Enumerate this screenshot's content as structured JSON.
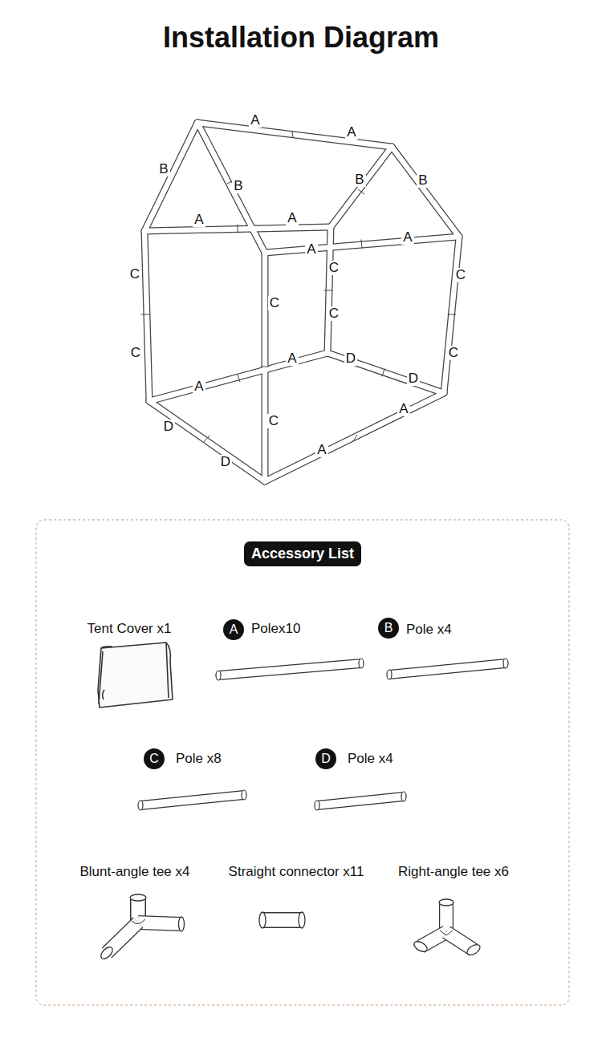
{
  "diagram": {
    "title": "Installation Diagram",
    "nodes": [
      {
        "text": [
          "Accessory List"
        ]
      },
      {
        "text": [
          "A"
        ]
      },
      {
        "text": [
          "B"
        ]
      },
      {
        "text": [
          "C"
        ]
      },
      {
        "text": [
          "D"
        ]
      }
    ],
    "edges": [],
    "labels": [
      "A",
      "A",
      "B",
      "B",
      "B",
      "B",
      "A",
      "A",
      "A",
      "A",
      "C",
      "C",
      "C",
      "C",
      "C",
      "C",
      "C",
      "A",
      "D",
      "D",
      "A",
      "A",
      "D",
      "C",
      "D",
      "A",
      "Tent Cover x1",
      "Polex10",
      "Pole x4",
      "Pole x8",
      "Pole x4",
      "Blunt-angle tee x4",
      "Straight connector x11",
      "Right-angle tee x6"
    ]
  }
}
